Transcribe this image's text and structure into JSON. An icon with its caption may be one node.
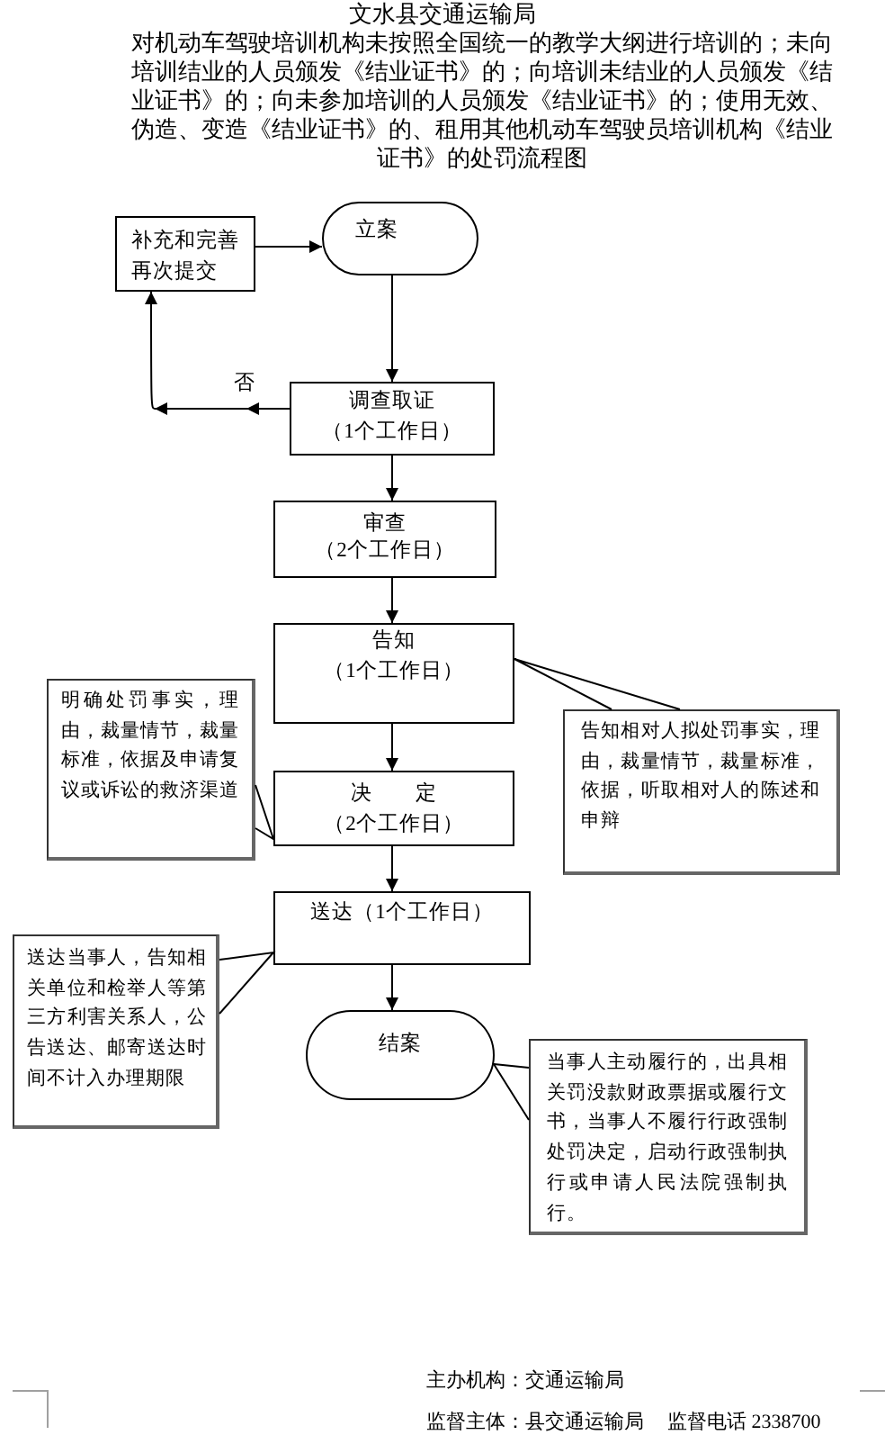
{
  "diagram": {
    "title": "对机动车驾驶培训机构未按照全国统一的教学大纲进行培训的；未向培训结业的人员颁发《结业证书》的；向培训未结业的人员颁发《结业证书》的；向未参加培训的人员颁发《结业证书》的；使用无效、伪造、变造《结业证书》的、租用其他机动车驾驶员培训机构《结业证书》的处罚流程图",
    "nodes": [
      {
        "text": [
          "补充和完善再次提交"
        ]
      },
      {
        "text": [
          "立案"
        ]
      },
      {
        "text": [
          "调查取证",
          "（1个工作日）"
        ]
      },
      {
        "text": [
          "审查",
          "（2个工作日）"
        ]
      },
      {
        "text": [
          "告知",
          "（1个工作日）"
        ]
      },
      {
        "text": [
          "明确处罚事实，理由，裁量情节，裁量标准，依据及申请复议或诉讼的救济渠道"
        ]
      },
      {
        "text": [
          "告知相对人拟处罚事实，理由，裁量情节，裁量标准，依据，听取相对人的陈述和申辩"
        ]
      },
      {
        "text": [
          "决　　定",
          "（2个工作日）"
        ]
      },
      {
        "text": [
          "送达（1个工作日）"
        ]
      },
      {
        "text": [
          "送达当事人，告知相关单位和检举人等第三方利害关系人，公告送达、邮寄送达时间不计入办理期限"
        ]
      },
      {
        "text": [
          "结案"
        ]
      },
      {
        "text": [
          "当事人主动履行的，出具相关罚没款财政票据或履行文书，当事人不履行行政强制处罚决定，启动行政强制执行或申请人民法院强制执行。"
        ]
      }
    ],
    "edges": [
      {
        "from": 0,
        "to": 1,
        "arrow": "to"
      },
      {
        "from": 1,
        "to": 2,
        "arrow": "to"
      },
      {
        "from": 2,
        "to": 0,
        "arrow": "to",
        "label": "否"
      },
      {
        "from": 2,
        "to": 3,
        "arrow": "to"
      },
      {
        "from": 3,
        "to": 4,
        "arrow": "to"
      },
      {
        "from": 4,
        "to": 7,
        "arrow": "to"
      },
      {
        "from": 7,
        "to": 8,
        "arrow": "to"
      },
      {
        "from": 8,
        "to": 10,
        "arrow": "to"
      },
      {
        "from": 5,
        "to": 7,
        "arrow": "none"
      },
      {
        "from": 6,
        "to": 4,
        "arrow": "none"
      },
      {
        "from": 9,
        "to": 8,
        "arrow": "none"
      },
      {
        "from": 11,
        "to": 10,
        "arrow": "none"
      }
    ],
    "labels": [
      "文水县交通运输局",
      "主办机构：交通运输局",
      "监督主体：县交通运输局",
      "监督电话 2338700"
    ]
  }
}
